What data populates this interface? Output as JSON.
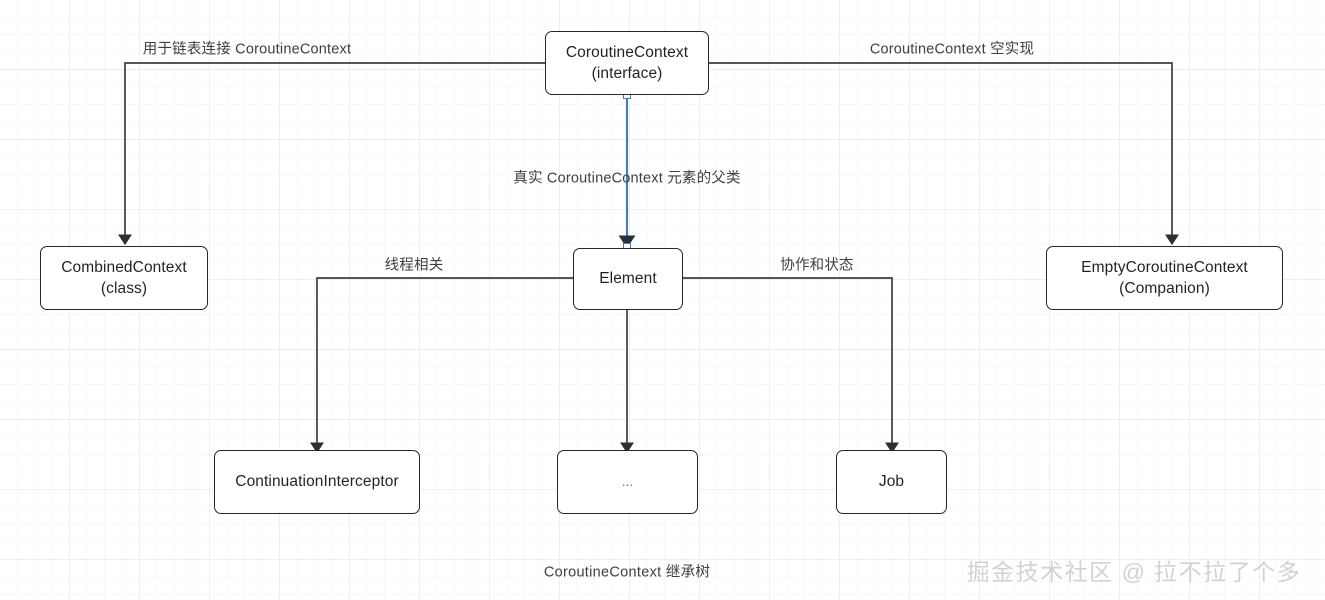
{
  "diagram": {
    "caption": "CoroutineContext 继承树",
    "watermark": "掘金技术社区 @ 拉不拉了个多",
    "colors": {
      "node_stroke": "#25282b",
      "node_fill": "#ffffff",
      "edge_stroke": "#3c3f43",
      "selected_edge": "#3d7ebf",
      "grid_minor": "#f7f8f9",
      "grid_major": "#eceef0",
      "text": "#1f2328",
      "watermark": "#cfd3d8"
    },
    "nodes": [
      {
        "id": "coroutinecontext",
        "title": "CoroutineContext",
        "subtitle": "(interface)"
      },
      {
        "id": "combinedcontext",
        "title": "CombinedContext",
        "subtitle": "(class)"
      },
      {
        "id": "emptycoroutinecontext",
        "title": "EmptyCoroutineContext",
        "subtitle": "(Companion)"
      },
      {
        "id": "element",
        "title": "Element",
        "subtitle": ""
      },
      {
        "id": "continuationinterceptor",
        "title": "ContinuationInterceptor",
        "subtitle": ""
      },
      {
        "id": "ellipsis",
        "title": "...",
        "subtitle": ""
      },
      {
        "id": "job",
        "title": "Job",
        "subtitle": ""
      }
    ],
    "edges": [
      {
        "id": "cc-to-combined",
        "label": "用于链表连接 CoroutineContext",
        "from": "coroutinecontext",
        "to": "combinedcontext",
        "selected": false
      },
      {
        "id": "cc-to-empty",
        "label": "CoroutineContext 空实现",
        "from": "coroutinecontext",
        "to": "emptycoroutinecontext",
        "selected": false
      },
      {
        "id": "cc-to-element",
        "label": "真实 CoroutineContext 元素的父类",
        "from": "coroutinecontext",
        "to": "element",
        "selected": true
      },
      {
        "id": "element-to-interceptor",
        "label": "线程相关",
        "from": "element",
        "to": "continuationinterceptor",
        "selected": false
      },
      {
        "id": "element-to-ellipsis",
        "label": "",
        "from": "element",
        "to": "ellipsis",
        "selected": false
      },
      {
        "id": "element-to-job",
        "label": "协作和状态",
        "from": "element",
        "to": "job",
        "selected": false
      }
    ]
  }
}
